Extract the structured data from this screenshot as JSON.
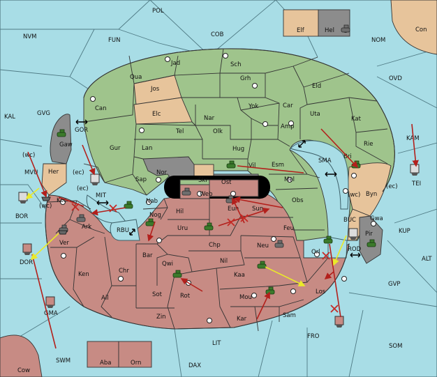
{
  "colors": {
    "sea": "#a8dde6",
    "green_power": "#9fc48c",
    "red_power": "#c78b84",
    "neutral": "#e7c49b",
    "grey_power": "#8c8c8c",
    "order": "#b3201c",
    "support": "#eaea2a"
  },
  "sea_labels": [
    "POL",
    "NVM",
    "FUN",
    "COB",
    "NOM",
    "Con",
    "OVD",
    "KAL",
    "GVG",
    "KAM",
    "TEI",
    "MVU",
    "BOR",
    "GOR",
    "MIT",
    "RBU",
    "SMA",
    "BUC",
    "ROD",
    "KUP",
    "ALT",
    "GVP",
    "DOR",
    "GMA",
    "SWM",
    "LIT",
    "FRO",
    "SOM",
    "DAX",
    "Cow",
    "(wc)",
    "(ec)"
  ],
  "land_labels": [
    "Elf",
    "Hel",
    "Jad",
    "Sch",
    "Qua",
    "Jos",
    "Can",
    "Grh",
    "Eld",
    "Yok",
    "Car",
    "Elc",
    "Nar",
    "Uta",
    "Kat",
    "Tel",
    "Olk",
    "Amp",
    "Gur",
    "Lan",
    "Hug",
    "Rie",
    "Gaw",
    "Bri",
    "Esm",
    "Vil",
    "Sap",
    "Nor",
    "Skr",
    "Ost",
    "Mel",
    "Her",
    "Web",
    "Kor",
    "Nab",
    "Byn",
    "Hil",
    "Eun",
    "Sun",
    "Obs",
    "Gwa",
    "Ark",
    "Nog",
    "Pir",
    "Uru",
    "Feu",
    "Chp",
    "Neu",
    "Ver",
    "Orl",
    "Bar",
    "Qwi",
    "Nil",
    "Ken",
    "Chr",
    "Kaa",
    "Los",
    "Ail",
    "Sot",
    "Rot",
    "Mou",
    "Zin",
    "Kar",
    "Sam",
    "Aba",
    "Orn"
  ],
  "units": {
    "army": "army-icon",
    "fleet": "fleet-icon"
  }
}
